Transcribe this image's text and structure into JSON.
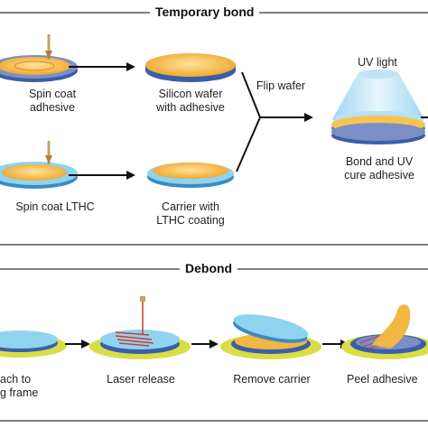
{
  "sections": {
    "temporary_bond": "Temporary bond",
    "debond": "Debond"
  },
  "temporary_bond_steps": {
    "spin_coat_adhesive": [
      "Spin coat",
      "adhesive"
    ],
    "silicon_wafer_with_adhesive": [
      "Silicon wafer",
      "with adhesive"
    ],
    "spin_coat_lthc": [
      "Spin coat LTHC"
    ],
    "carrier_with_lthc": [
      "Carrier with",
      "LTHC coating"
    ],
    "flip_wafer": [
      "Flip wafer"
    ],
    "uv_light": [
      "UV light"
    ],
    "bond_and_uv_cure": [
      "Bond and UV",
      "cure adhesive"
    ]
  },
  "debond_steps": {
    "attach_to_frame": [
      "ach to",
      "g frame"
    ],
    "laser_release": [
      "Laser release"
    ],
    "remove_carrier": [
      "Remove carrier"
    ],
    "peel_adhesive": [
      "Peel adhesive"
    ]
  },
  "colors": {
    "wafer_gold": "#f2b642",
    "wafer_gold_light": "#ffd77a",
    "wafer_blue": "#3b5ea8",
    "carrier_blue": "#8fd3ef",
    "carrier_edge": "#3a8cc2",
    "uv_light": "#cdeaf8",
    "tape_frame": "#d9de46",
    "laser_red": "#d0392b",
    "arrow": "#111111"
  }
}
